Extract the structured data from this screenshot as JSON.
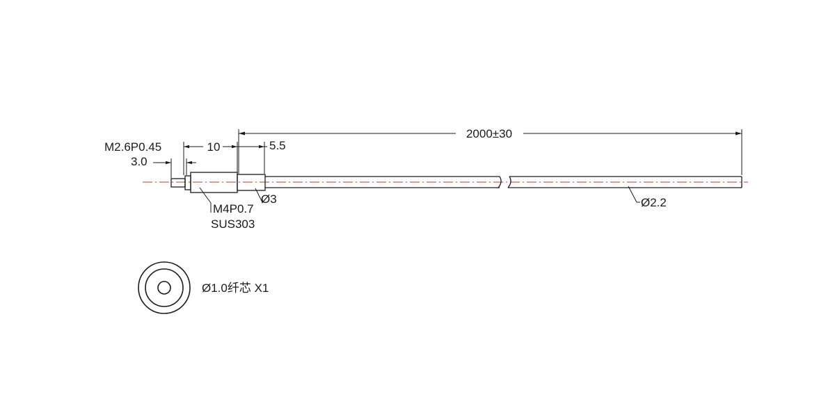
{
  "drawing": {
    "labels": {
      "thread_small": "M2.6P0.45",
      "dim_3_0": "3.0",
      "dim_10": "10",
      "dim_5_5": "5.5",
      "dim_overall": "2000±30",
      "dia_3": "Ø3",
      "dia_2_2": "Ø2.2",
      "thread_large": "M4P0.7",
      "material": "SUS303",
      "fiber_core": "Ø1.0纤芯 X1"
    },
    "colors": {
      "line": "#1a1a1a",
      "centerline": "#c0392b"
    }
  }
}
